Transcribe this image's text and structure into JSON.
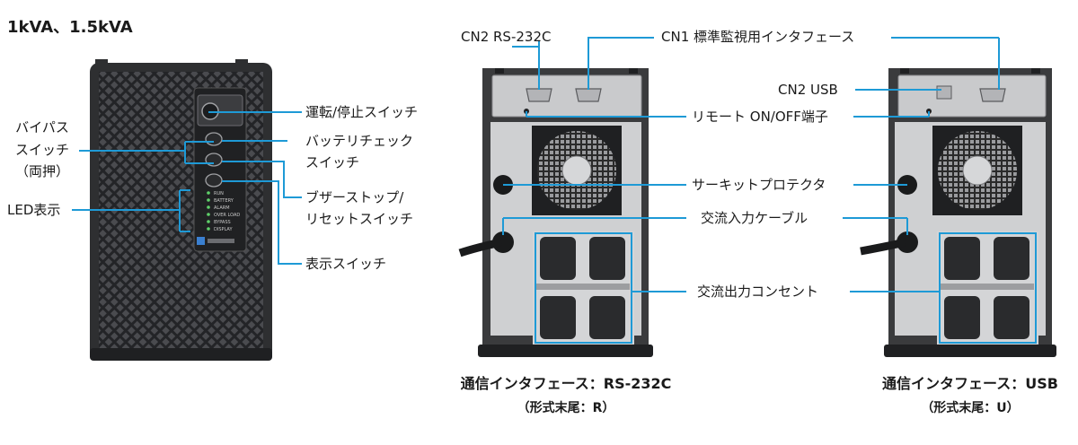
{
  "title": "1kVA、1.5kVA",
  "front": {
    "led_labels": [
      "RUN",
      "BATTERY",
      "ALARM",
      "OVER LOAD",
      "BYPASS",
      "DISPLAY"
    ],
    "labels": {
      "power_switch": "運転/停止スイッチ",
      "bypass_switch_1": "バイパス",
      "bypass_switch_2": "スイッチ",
      "bypass_switch_3": "（両押）",
      "battery_check_1": "バッテリチェック",
      "battery_check_2": "スイッチ",
      "buzzer_stop_1": "ブザーストップ/",
      "buzzer_stop_2": "リセットスイッチ",
      "led_display": "LED表示",
      "display_switch": "表示スイッチ"
    }
  },
  "rear": {
    "labels": {
      "cn2_rs232c": "CN2 RS-232C",
      "cn1_interface": "CN1 標準監視用インタフェース",
      "cn2_usb": "CN2 USB",
      "remote_onoff": "リモート ON/OFF端子",
      "circuit_protector": "サーキットプロテクタ",
      "ac_input_cable": "交流入力ケーブル",
      "ac_output_outlet": "交流出力コンセント"
    },
    "caption_r": {
      "main": "通信インタフェース：RS-232C",
      "sub": "（形式末尾：R）"
    },
    "caption_u": {
      "main": "通信インタフェース：USB",
      "sub": "（形式末尾：U）"
    }
  },
  "colors": {
    "accent": "#1e9ad6",
    "chassis": "#3a3b3d",
    "panel": "#c9cacc"
  }
}
